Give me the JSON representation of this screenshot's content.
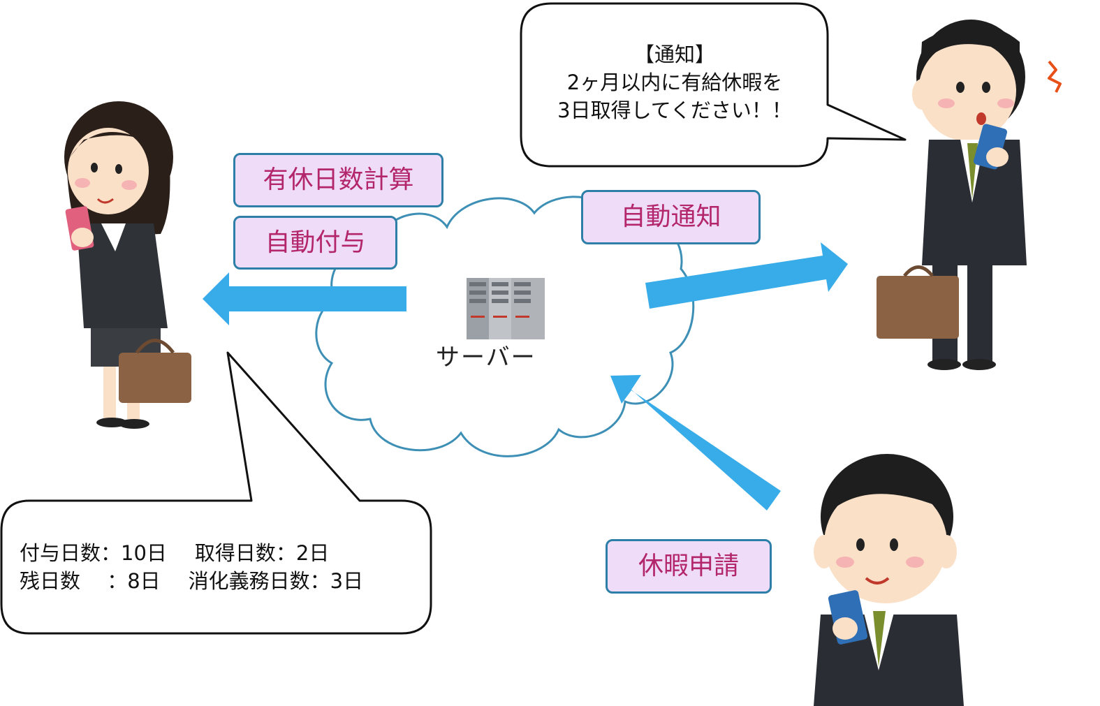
{
  "labels": {
    "vacation_calc": "有休日数計算",
    "auto_grant": "自動付与",
    "auto_notify": "自動通知",
    "leave_request": "休暇申請",
    "server": "サーバー"
  },
  "notification_bubble": {
    "title": "【通知】",
    "line1": "2ヶ月以内に有給休暇を",
    "line2": "3日取得してください！！"
  },
  "stats_bubble": {
    "row1_col1": "付与日数：10日",
    "row1_col2": "取得日数：2日",
    "row2_col1": "残日数　 ：8日",
    "row2_col2": "消化義務日数：3日"
  },
  "colors": {
    "arrow": "#38ace8",
    "tag_fill": "#eedcf8",
    "tag_border": "#2e7fa8",
    "tag_text": "#b3266d",
    "cloud_stroke": "#3d8fb5"
  }
}
